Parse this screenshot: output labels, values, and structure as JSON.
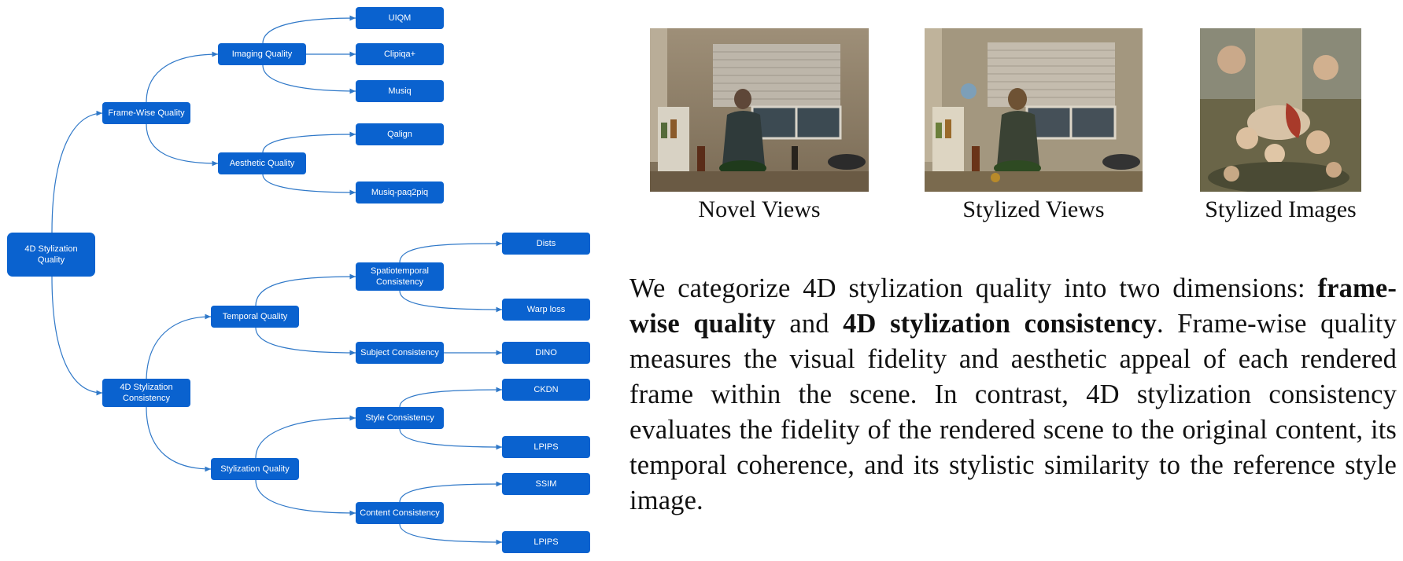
{
  "diagram": {
    "root": "4D Stylization\nQuality",
    "frame_wise": "Frame-Wise Quality",
    "imaging": "Imaging Quality",
    "uiqm": "UIQM",
    "clipiqa": "Clipiqa+",
    "musiq": "Musiq",
    "aesthetic": "Aesthetic Quality",
    "qalign": "Qalign",
    "musiq_paq": "Musiq-paq2piq",
    "consistency": "4D Stylization\nConsistency",
    "temporal": "Temporal Quality",
    "spatiotemporal": "Spatiotemporal\nConsistency",
    "dists": "Dists",
    "warp": "Warp loss",
    "subject": "Subject Consistency",
    "dino": "DINO",
    "stylization": "Stylization Quality",
    "style_consistency": "Style Consistency",
    "ckdn": "CKDN",
    "lpips1": "LPIPS",
    "content_consistency": "Content Consistency",
    "ssim": "SSIM",
    "lpips2": "LPIPS"
  },
  "captions": {
    "novel": "Novel Views",
    "stylized_views": "Stylized Views",
    "stylized_images": "Stylized Images"
  },
  "description": {
    "p1": "We categorize 4D stylization quality into two dimensions: ",
    "b1": "frame-wise quality",
    "p2": " and ",
    "b2": "4D stylization consistency",
    "p3": ". Frame-wise quality measures the visual fidelity and aesthetic appeal of each rendered frame within the scene. In contrast, 4D stylization consistency evaluates the fidelity of the rendered scene to the original content, its temporal coherence, and its stylistic similarity to the reference style image."
  },
  "colors": {
    "node": "#0a62cf",
    "edge": "#2f78c8"
  }
}
